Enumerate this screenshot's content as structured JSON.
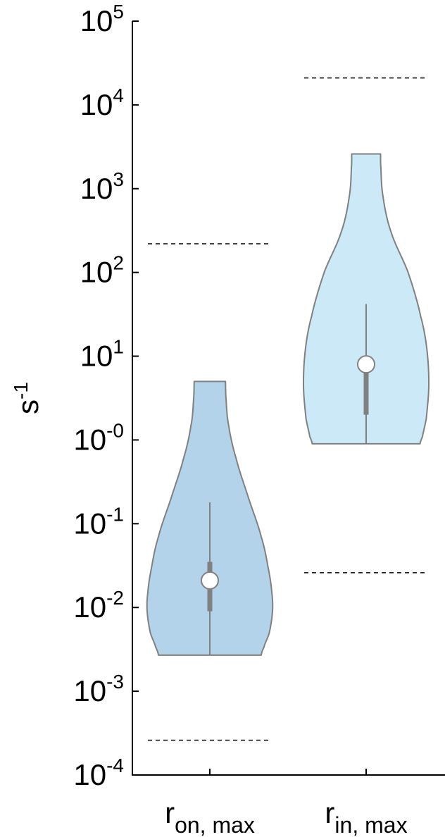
{
  "chart_data": {
    "type": "violin",
    "ylabel": {
      "base": "s",
      "sup": "-1"
    },
    "yscale": "log",
    "ylim": [
      0.0001,
      100000
    ],
    "yticks": [
      {
        "base": "10",
        "exp": "5",
        "value": 100000
      },
      {
        "base": "10",
        "exp": "4",
        "value": 10000
      },
      {
        "base": "10",
        "exp": "3",
        "value": 1000
      },
      {
        "base": "10",
        "exp": "2",
        "value": 100
      },
      {
        "base": "10",
        "exp": "1",
        "value": 10
      },
      {
        "base": "10",
        "exp": "-0",
        "value": 1
      },
      {
        "base": "10",
        "exp": "-1",
        "value": 0.1
      },
      {
        "base": "10",
        "exp": "-2",
        "value": 0.01
      },
      {
        "base": "10",
        "exp": "-3",
        "value": 0.001
      },
      {
        "base": "10",
        "exp": "-4",
        "value": 0.0001
      }
    ],
    "categories": [
      {
        "label": "r",
        "sub": "on, max"
      },
      {
        "label": "r",
        "sub": "in, max"
      }
    ],
    "violins": [
      {
        "min": 0.0027,
        "max": 5,
        "median": 0.021,
        "q1": 0.009,
        "q3": 0.035,
        "whisker_high": 0.18,
        "color": "#b3d3ea",
        "bounds": [
          0.00026,
          220
        ],
        "profile": [
          [
            0.0027,
            0.82
          ],
          [
            0.0033,
            0.86
          ],
          [
            0.005,
            0.95
          ],
          [
            0.009,
            1.0
          ],
          [
            0.015,
            0.99
          ],
          [
            0.03,
            0.93
          ],
          [
            0.07,
            0.82
          ],
          [
            0.2,
            0.62
          ],
          [
            0.6,
            0.42
          ],
          [
            1.5,
            0.3
          ],
          [
            3,
            0.26
          ],
          [
            5,
            0.25
          ]
        ]
      },
      {
        "min": 0.9,
        "max": 2600,
        "median": 8,
        "q1": 2,
        "q3": 6.5,
        "whisker_high": 42,
        "color": "#cce9f8",
        "bounds": [
          0.026,
          21000
        ],
        "profile": [
          [
            0.9,
            0.86
          ],
          [
            1.1,
            0.9
          ],
          [
            1.8,
            0.96
          ],
          [
            4.5,
            1.0
          ],
          [
            12,
            0.97
          ],
          [
            30,
            0.87
          ],
          [
            100,
            0.67
          ],
          [
            300,
            0.4
          ],
          [
            800,
            0.27
          ],
          [
            1800,
            0.235
          ],
          [
            2600,
            0.23
          ]
        ]
      }
    ],
    "outline_color": "#808080",
    "box_color": "#808080",
    "median_fill": "#ffffff",
    "bound_line_style": "dashed",
    "grid": false
  }
}
